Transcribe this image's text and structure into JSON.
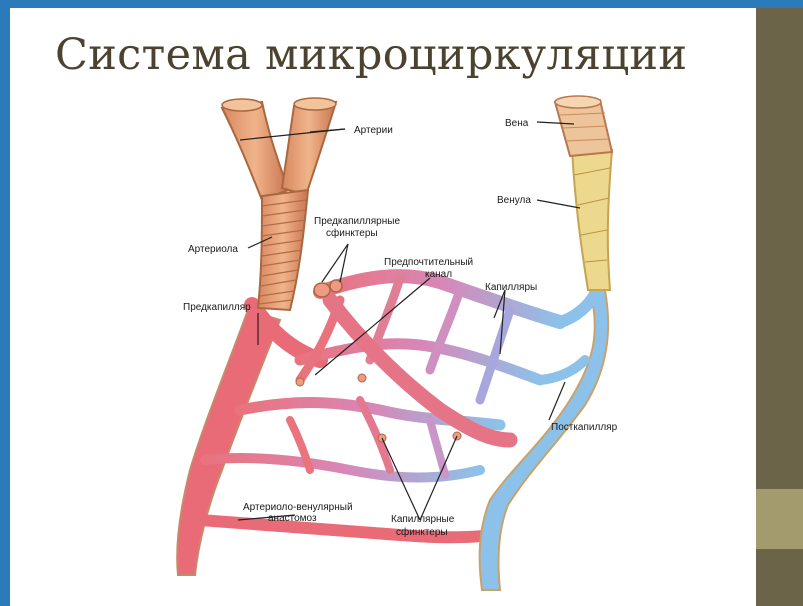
{
  "slide": {
    "title": "Система микроциркуляции"
  },
  "labels": {
    "arterii": "Артерии",
    "vena": "Вена",
    "venula": "Венула",
    "predkap_sfinktery_1": "Предкапиллярные",
    "predkap_sfinktery_2": "сфинктеры",
    "arteriola": "Артериола",
    "predpocht_1": "Предпочтительный",
    "predpocht_2": "канал",
    "kapillyary": "Капилляры",
    "predkapillyar": "Предкапилляр",
    "postkapillyar": "Посткапилляр",
    "anastomoz_1": "Артериоло-венулярный",
    "anastomoz_2": "анастомоз",
    "kap_sfinktery_1": "Капиллярные",
    "kap_sfinktery_2": "сфинктеры"
  },
  "colors": {
    "accent_blue": "#2b7ab9",
    "panel_olive": "#6b6449",
    "panel_accent": "#a39a6d",
    "title_color": "#4b432f",
    "artery": "#e2707a",
    "artery_wall": "#e8a37a",
    "vein": "#8cc2ea",
    "venule": "#ecd98e"
  }
}
